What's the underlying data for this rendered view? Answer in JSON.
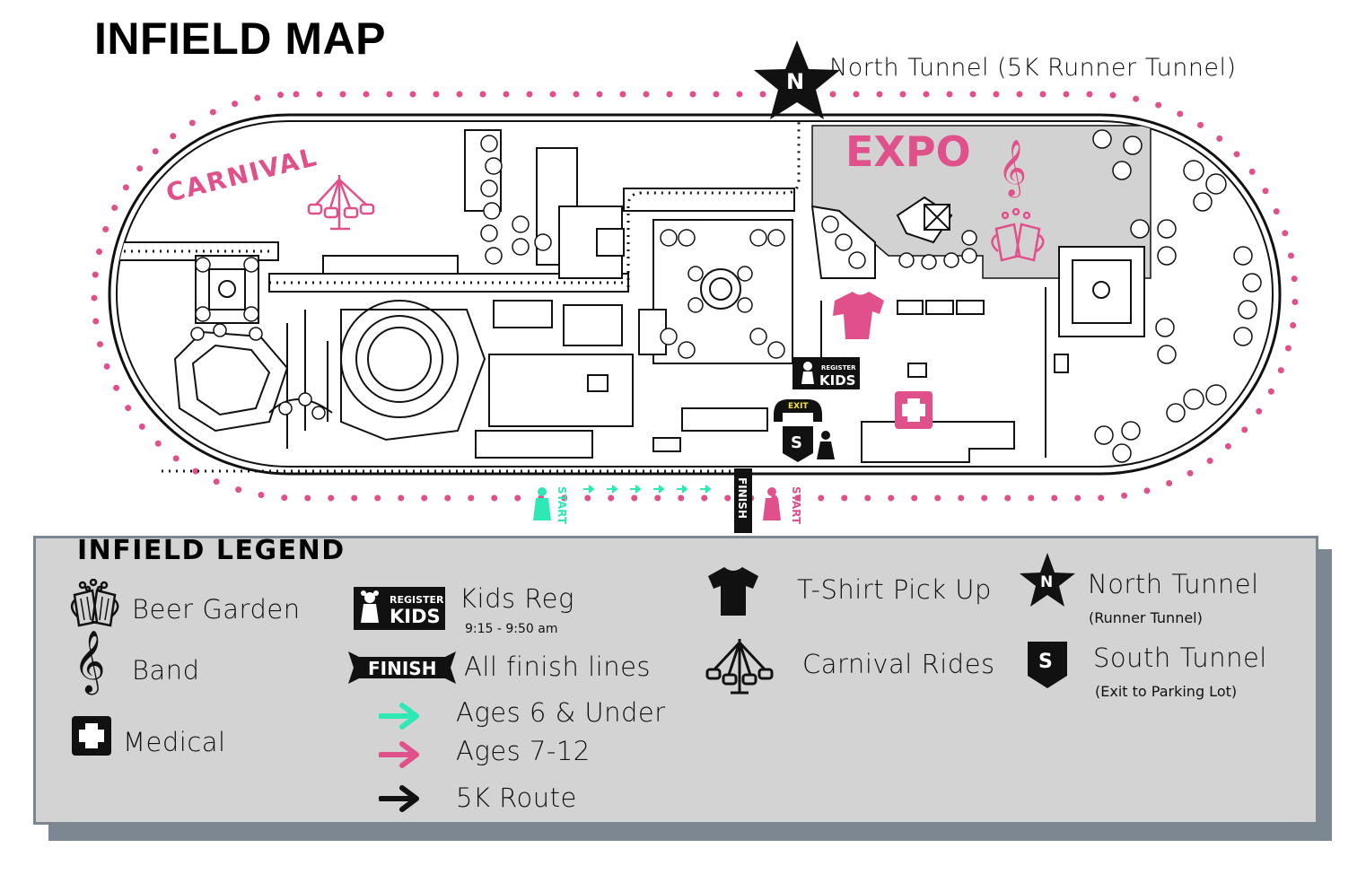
{
  "title": "INFIELD MAP",
  "north_tunnel_label": "North Tunnel (5K Runner Tunnel)",
  "map": {
    "carnival_label": "CARNIVAL",
    "expo_label": "EXPO",
    "north_marker": "N",
    "south_marker": "S",
    "exit_label": "EXIT",
    "register_kids_line1": "REGISTER",
    "register_kids_line2": "KIDS",
    "finish_label": "FINISH",
    "start_label_teal": "START",
    "start_label_pink": "START"
  },
  "legend": {
    "title": "INFIELD LEGEND",
    "items": {
      "beer_garden": "Beer Garden",
      "band": "Band",
      "medical": "Medical",
      "kids_reg": "Kids Reg",
      "kids_reg_time": "9:15 - 9:50 am",
      "register_line1": "REGISTER",
      "register_line2": "KIDS",
      "finish_badge": "FINISH",
      "finish_lines": "All finish lines",
      "ages_6_under": "Ages 6 & Under",
      "ages_7_12": "Ages 7-12",
      "route_5k": "5K Route",
      "tshirt": "T-Shirt Pick Up",
      "carnival_rides": "Carnival Rides",
      "north_tunnel": "North Tunnel",
      "north_tunnel_sub": "(Runner Tunnel)",
      "north_marker": "N",
      "south_tunnel": "South Tunnel",
      "south_tunnel_sub": "(Exit to Parking Lot)",
      "south_marker": "S"
    }
  },
  "colors": {
    "pink": "#e0508a",
    "teal": "#2ee8b6",
    "gray_area": "#d2d2d2",
    "legend_bg": "#d3d3d3",
    "legend_border": "#7d8791"
  }
}
